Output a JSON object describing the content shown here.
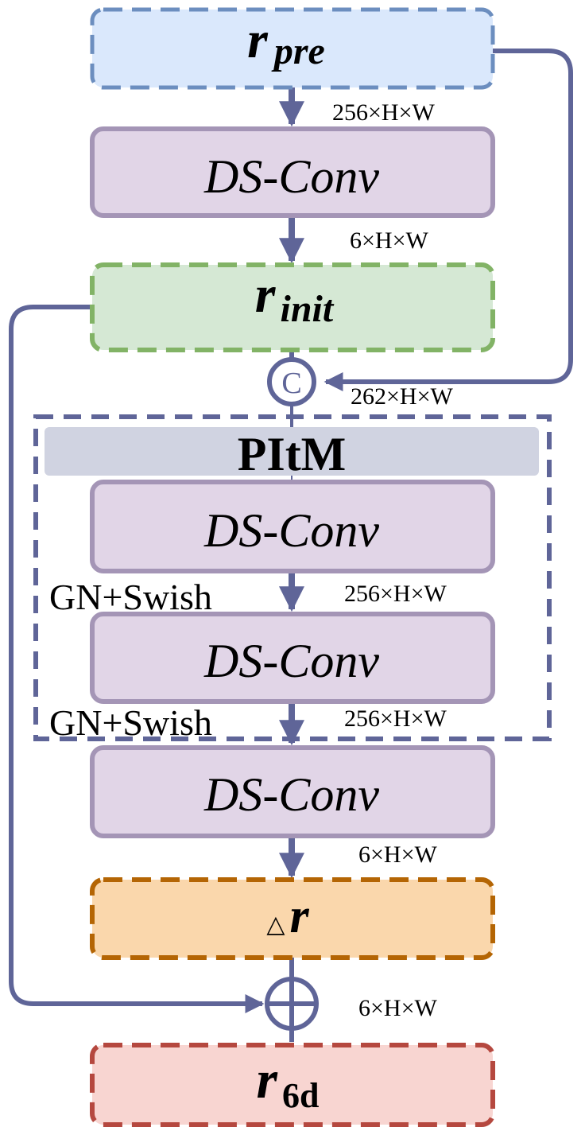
{
  "colors": {
    "arrow": "#5f6598",
    "pre_fill": "#dae8fc",
    "pre_stroke": "#6c8ebf",
    "conv_fill": "#e1d5e7",
    "conv_stroke": "#a495b6",
    "init_fill": "#d5e8d4",
    "init_stroke": "#82b366",
    "delta_fill": "#fad7ac",
    "delta_stroke": "#b46504",
    "out_fill": "#f8d5d1",
    "out_stroke": "#b5483f",
    "pitm_header_fill": "#d0d3e1",
    "text": "#000000"
  },
  "nodes": {
    "r_pre": {
      "symbol": "r",
      "subscript": "pre"
    },
    "conv1": {
      "label": "DS-Conv"
    },
    "r_init": {
      "symbol": "r",
      "subscript": "init"
    },
    "concat": {
      "label": "C"
    },
    "pitm": {
      "label": "PItM"
    },
    "conv2": {
      "label": "DS-Conv"
    },
    "conv3": {
      "label": "DS-Conv"
    },
    "conv4": {
      "label": "DS-Conv"
    },
    "delta_r": {
      "prefix": "△",
      "symbol": "r"
    },
    "add": {
      "icon": "plus-circle-icon"
    },
    "r_6d": {
      "symbol": "r",
      "subscript": "6d"
    }
  },
  "annotations": {
    "dim1": "256×H×W",
    "dim2": "6×H×W",
    "dim3": "262×H×W",
    "dim4": "256×H×W",
    "dim5": "256×H×W",
    "dim6": "6×H×W",
    "dim7": "6×H×W",
    "act1": "GN+Swish",
    "act2": "GN+Swish"
  }
}
